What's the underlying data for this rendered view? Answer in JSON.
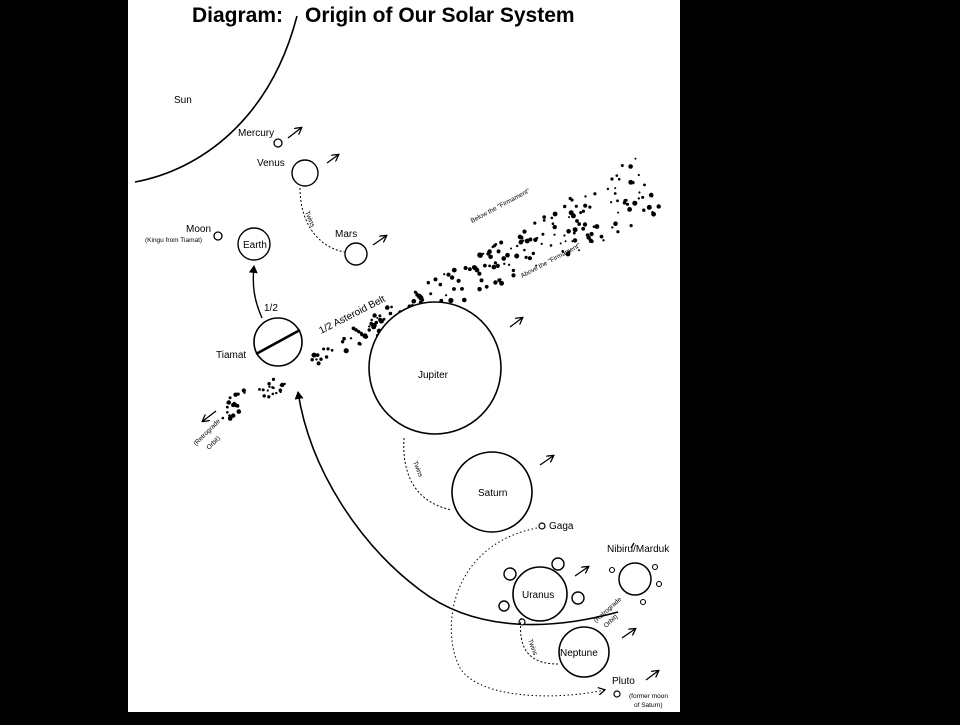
{
  "title": {
    "prefix": "Diagram:",
    "main": "Origin of Our Solar System"
  },
  "labels": {
    "sun": "Sun",
    "mercury": "Mercury",
    "venus": "Venus",
    "moon": "Moon",
    "moon_note": "(Kingu from Tiamat)",
    "earth": "Earth",
    "mars": "Mars",
    "twins_1": "Twins",
    "half_1": "1/2",
    "asteroid_belt": "1/2 Asteroid Belt",
    "below_firmament": "Below the \"Firmament\"",
    "above_firmament": "Above the \"Firmament\"",
    "tiamat": "Tiamat",
    "retrograde_1": "(Retrograde",
    "retrograde_1b": "Orbit)",
    "jupiter": "Jupiter",
    "twins_2": "Twins",
    "saturn": "Saturn",
    "gaga": "Gaga",
    "nibiru": "Nibiru/Marduk",
    "uranus": "Uranus",
    "retrograde_2": "(Retrograde",
    "retrograde_2b": "Orbit)",
    "twins_3": "Twins",
    "neptune": "Neptune",
    "pluto": "Pluto",
    "pluto_note_1": "(former moon",
    "pluto_note_2": "of Saturn)"
  }
}
